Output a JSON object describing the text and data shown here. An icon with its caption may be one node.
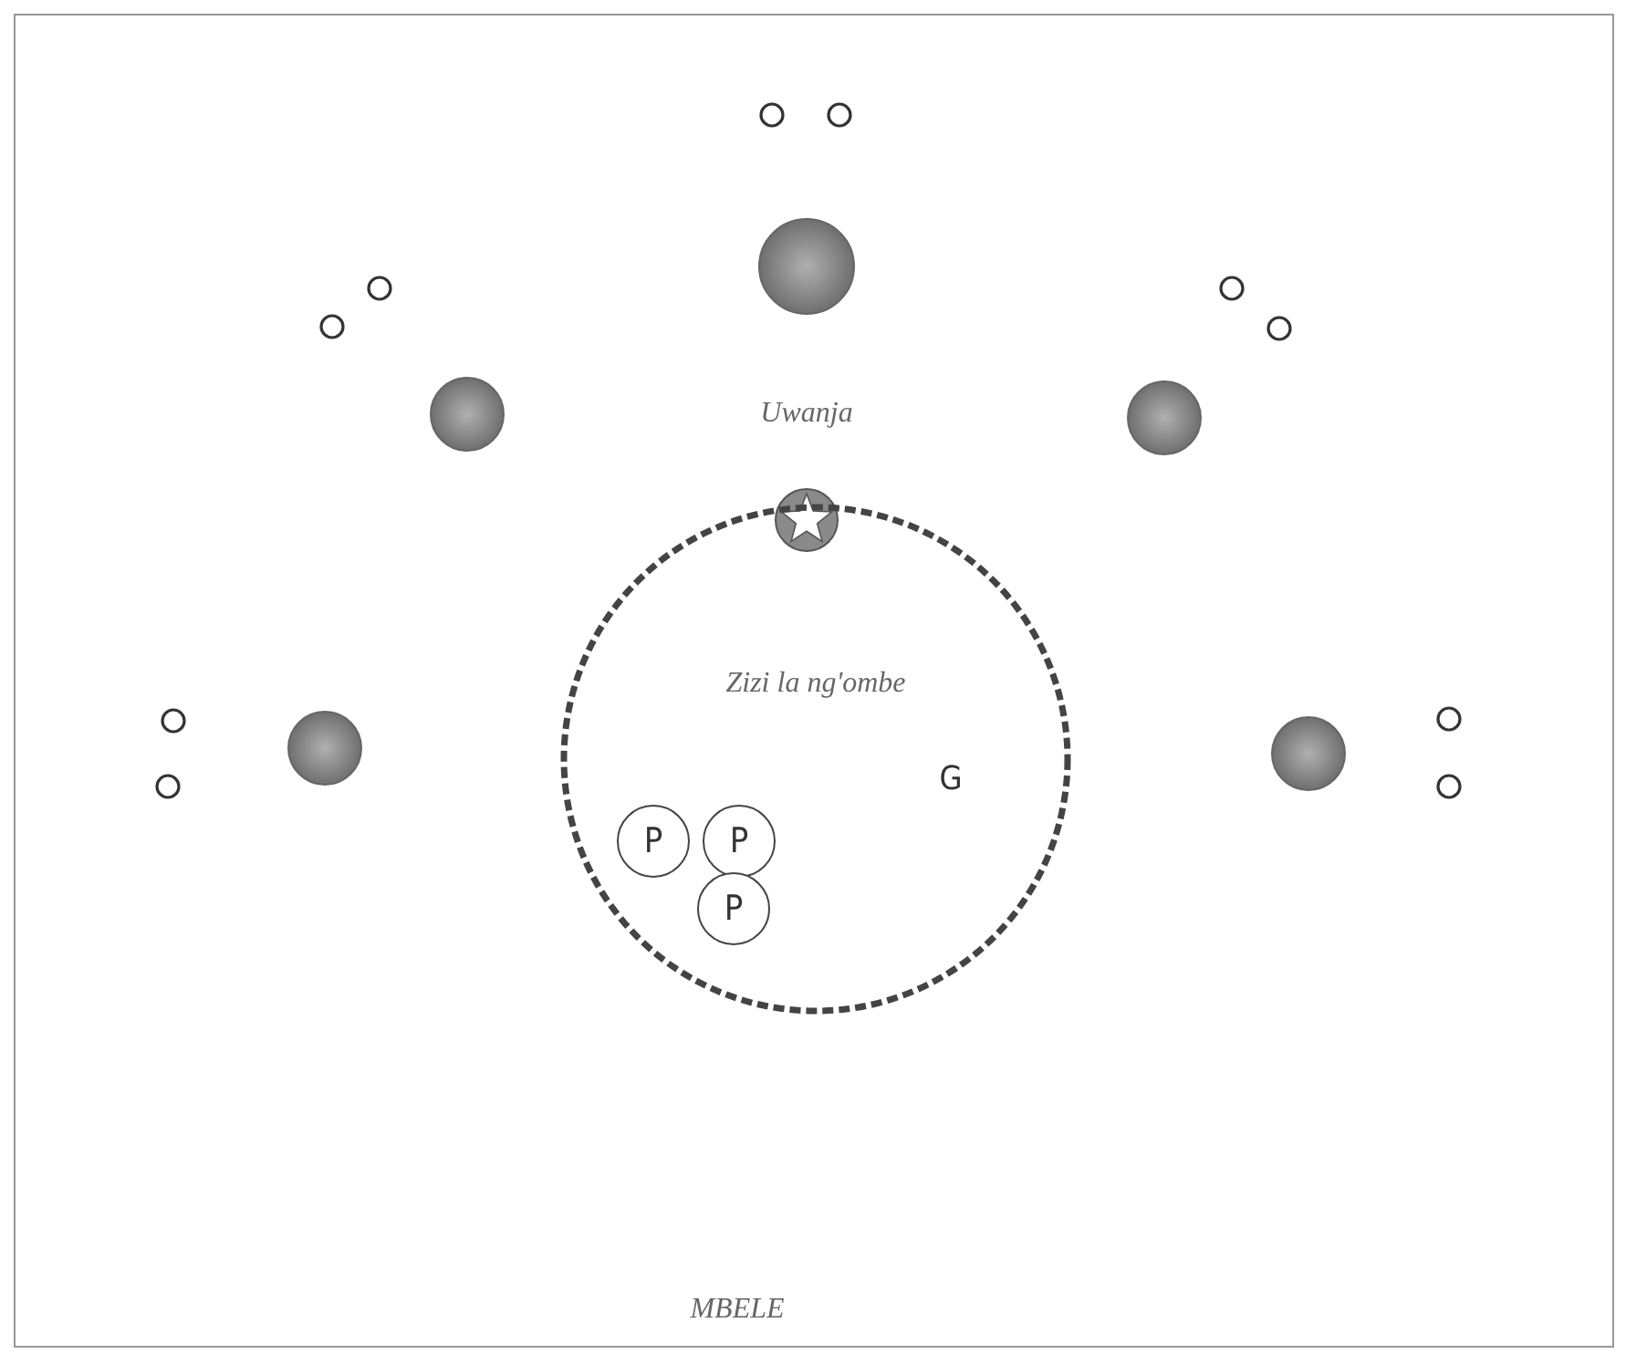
{
  "diagram": {
    "nodes": [
      {
        "text": [],
        "shape": "circle"
      },
      {
        "text": [],
        "shape": "circle"
      },
      {
        "text": [],
        "shape": "circle"
      },
      {
        "text": [],
        "shape": "circle"
      },
      {
        "text": [],
        "shape": "circle"
      },
      {
        "text": [],
        "shape": "circle"
      },
      {
        "text": [],
        "shape": "circle"
      },
      {
        "text": [],
        "shape": "circle"
      },
      {
        "text": [],
        "shape": "circle"
      },
      {
        "text": [],
        "shape": "star"
      },
      {
        "text": [
          "Zizi la ng'ombe"
        ]
      },
      {
        "text": [
          "P"
        ],
        "in": 10
      },
      {
        "text": [
          "P"
        ],
        "in": 10
      },
      {
        "text": [
          "P"
        ],
        "in": 10
      },
      {
        "text": [],
        "shape": "circle"
      },
      {
        "text": [],
        "shape": "circle"
      },
      {
        "text": [],
        "shape": "circle"
      },
      {
        "text": [],
        "shape": "circle"
      },
      {
        "text": [],
        "shape": "circle"
      },
      {
        "text": [],
        "shape": "circle"
      }
    ],
    "labels": [
      "Uwanja",
      "G",
      "MBELE"
    ]
  }
}
